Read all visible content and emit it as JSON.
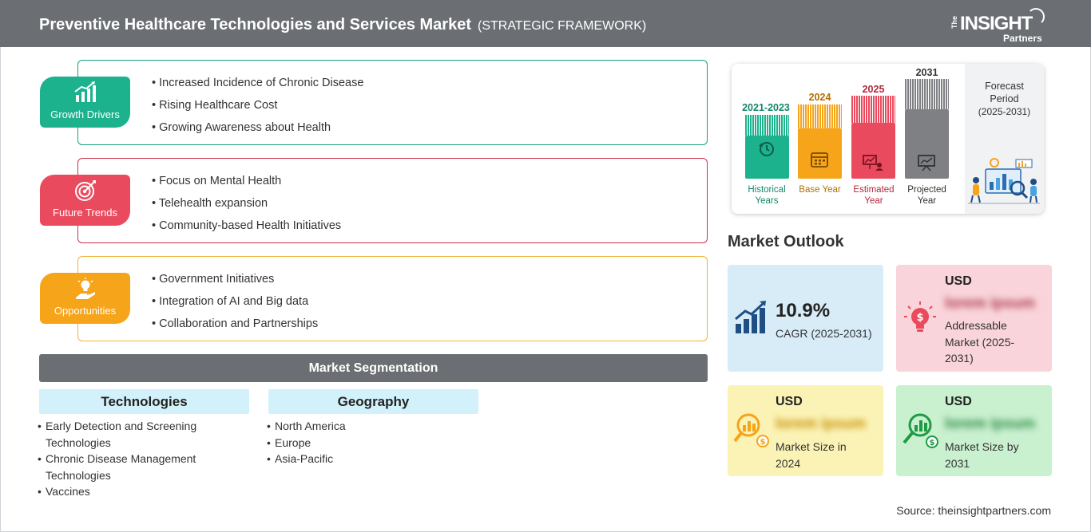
{
  "header": {
    "title": "Preventive Healthcare Technologies and Services Market",
    "subtitle": "(STRATEGIC FRAMEWORK)",
    "logo_the": "The",
    "logo_insight": "INSIGHT",
    "logo_partners": "Partners"
  },
  "categories": [
    {
      "label": "Growth Drivers",
      "color": "#1bb28d",
      "border": "#1a9e7e",
      "items": [
        "Increased Incidence of Chronic Disease",
        "Rising Healthcare Cost",
        "Growing Awareness about Health"
      ]
    },
    {
      "label": "Future Trends",
      "color": "#ea4a5e",
      "border": "#c8334b",
      "items": [
        "Focus on Mental Health",
        "Telehealth expansion",
        "Community-based Health Initiatives"
      ]
    },
    {
      "label": "Opportunities",
      "color": "#f6a419",
      "border": "#f2b33a",
      "items": [
        "Government Initiatives",
        "Integration of AI and Big data",
        "Collaboration and Partnerships"
      ]
    }
  ],
  "segmentation": {
    "title": "Market Segmentation",
    "columns": [
      {
        "heading": "Technologies",
        "items": [
          "Early Detection and Screening Technologies",
          "Chronic Disease Management Technologies",
          "Vaccines"
        ]
      },
      {
        "heading": "Geography",
        "items": [
          "North America",
          "Europe",
          "Asia-Pacific"
        ]
      }
    ]
  },
  "timeline": {
    "bars": [
      {
        "year": "2021-2023",
        "label": "Historical Years",
        "color": "#1bb28d",
        "text_color": "#13876b"
      },
      {
        "year": "2024",
        "label": "Base Year",
        "color": "#f6a419",
        "text_color": "#b56e00"
      },
      {
        "year": "2025",
        "label": "Estimated Year",
        "color": "#ea4a5e",
        "text_color": "#b5283c"
      },
      {
        "year": "2031",
        "label": "Projected Year",
        "color": "#7f8083",
        "text_color": "#333333"
      }
    ],
    "forecast_title": "Forecast Period",
    "forecast_range": "(2025-2031)"
  },
  "outlook": {
    "title": "Market Outlook",
    "cagr_value": "10.9%",
    "cagr_label": "CAGR (2025-2031)",
    "addressable_usd": "USD",
    "addressable_value": "lorem ipsum",
    "addressable_label": "Addressable Market (2025-2031)",
    "size2024_usd": "USD",
    "size2024_value": "lorem ipsum",
    "size2024_label": "Market Size in 2024",
    "size2031_usd": "USD",
    "size2031_value": "lorem ipsum",
    "size2031_label": "Market Size by 2031",
    "colors": {
      "cagr": "#d8ecf7",
      "addressable": "#f9d4da",
      "size2024": "#fbf3b5",
      "size2031": "#c9f0cf"
    }
  },
  "source": "Source: theinsightpartners.com",
  "icons": [
    "growth-chart-icon",
    "target-icon",
    "lightbulb-hand-icon",
    "history-clock-icon",
    "calendar-icon",
    "presentation-icon",
    "analytics-people-icon",
    "trend-chart-icon",
    "dollar-bulb-icon",
    "money-magnifier-icon",
    "money-chart-magnifier-icon"
  ]
}
